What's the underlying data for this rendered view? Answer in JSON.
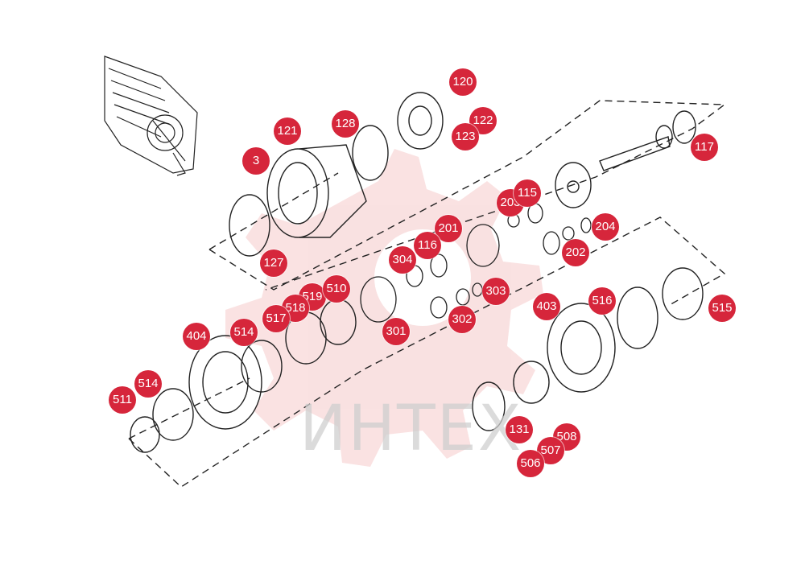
{
  "watermark": {
    "text": "ИНТЕХ",
    "color": "#e04a4a"
  },
  "accent_color": "#d6263b",
  "callouts": [
    "120",
    "121",
    "128",
    "122",
    "123",
    "3",
    "117",
    "203",
    "115",
    "201",
    "204",
    "116",
    "304",
    "202",
    "127",
    "519",
    "510",
    "303",
    "518",
    "403",
    "516",
    "517",
    "302",
    "301",
    "515",
    "514",
    "404",
    "514",
    "511",
    "131",
    "508",
    "507",
    "506"
  ]
}
